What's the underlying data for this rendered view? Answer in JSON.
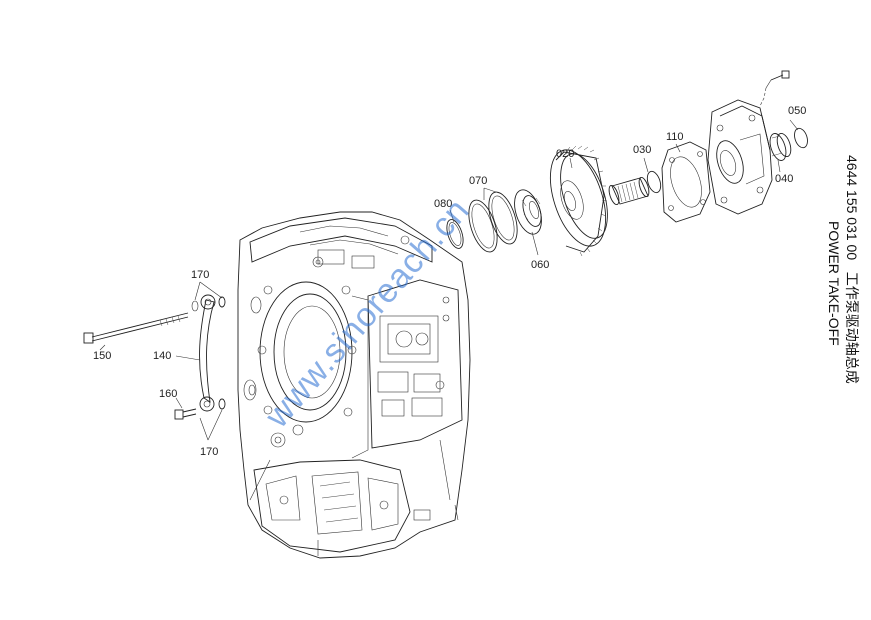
{
  "title": {
    "part_number": "4644 155 031 00",
    "name_cn": "工作泵驱动轴总成",
    "name_en": "POWER TAKE-OFF"
  },
  "watermark": "www.sinoreach.cn",
  "callouts": {
    "c020": "020",
    "c030": "030",
    "c040": "040",
    "c050": "050",
    "c060": "060",
    "c070": "070",
    "c080": "080",
    "c110": "110",
    "c140": "140",
    "c150": "150",
    "c160": "160",
    "c170a": "170",
    "c170b": "170"
  },
  "colors": {
    "line": "#222222",
    "watermark": "#286ed2",
    "background": "#ffffff"
  }
}
